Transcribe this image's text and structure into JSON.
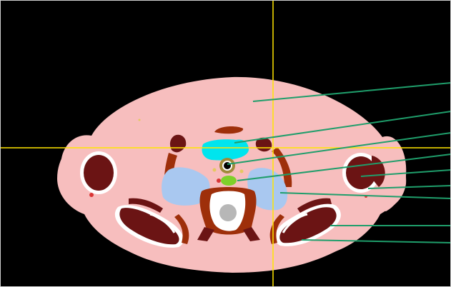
{
  "viewer": {
    "crosshair_color": "#ffe600",
    "label_line_color": "#1f9e6b",
    "background_color": "#000000"
  },
  "tissues": {
    "body": "#f7bebe",
    "skin_edge": "#ffd2d2",
    "muscle": "#6b1414",
    "bone": "#ffffff",
    "fat_dark": "#9e2f0a",
    "cartilage": "#00e5ee",
    "thyroid": "#a9c8f0",
    "esophagus": "#7fd02a",
    "spinal_canal": "#b7b7b7",
    "vessel": "#a08a3a"
  },
  "label_lines": [
    {
      "name": "label-line-skin"
    },
    {
      "name": "label-line-larynx-cartilage"
    },
    {
      "name": "label-line-trachea"
    },
    {
      "name": "label-line-esophagus"
    },
    {
      "name": "label-line-sternocleidomastoid"
    },
    {
      "name": "label-line-humeral-head"
    },
    {
      "name": "label-line-thyroid"
    },
    {
      "name": "label-line-scapula-upper"
    },
    {
      "name": "label-line-scapula-lower"
    }
  ]
}
